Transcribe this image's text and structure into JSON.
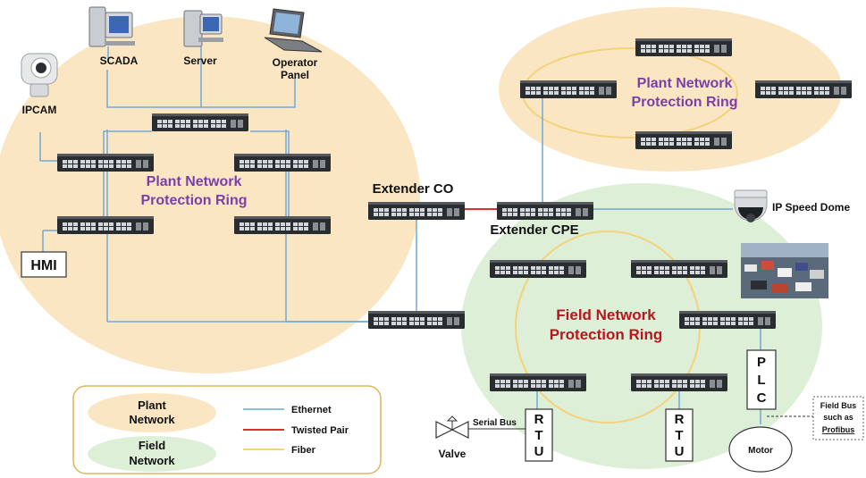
{
  "labels": {
    "scada": "SCADA",
    "server": "Server",
    "operator_panel_line1": "Operator",
    "operator_panel_line2": "Panel",
    "ipcam": "IPCAM",
    "hmi": "HMI",
    "plant_ring_left_line1": "Plant Network",
    "plant_ring_left_line2": "Protection Ring",
    "plant_ring_right_line1": "Plant Network",
    "plant_ring_right_line2": "Protection Ring",
    "extender_co": "Extender CO",
    "extender_cpe": "Extender CPE",
    "ip_speed_dome": "IP Speed Dome",
    "field_ring_line1": "Field Network",
    "field_ring_line2": "Protection Ring",
    "plc": [
      "P",
      "L",
      "C"
    ],
    "rtu": [
      "R",
      "T",
      "U"
    ],
    "serial_bus": "Serial Bus",
    "valve": "Valve",
    "motor": "Motor",
    "field_bus_line1": "Field Bus",
    "field_bus_line2": "such as",
    "field_bus_line3": "Profibus"
  },
  "legend": {
    "plant_network_line1": "Plant",
    "plant_network_line2": "Network",
    "field_network_line1": "Field",
    "field_network_line2": "Network",
    "ethernet": "Ethernet",
    "twisted_pair": "Twisted Pair",
    "fiber": "Fiber"
  },
  "colors": {
    "plant_area": "#fbe6c4",
    "field_area": "#deefd8",
    "ethernet": "#6fa8d6",
    "twisted_pair": "#d8312c",
    "fiber": "#f4d27a",
    "plant_ring_text": "#7b3fa8",
    "field_ring_text": "#b7161d",
    "switch_body": "#2a2d30"
  }
}
